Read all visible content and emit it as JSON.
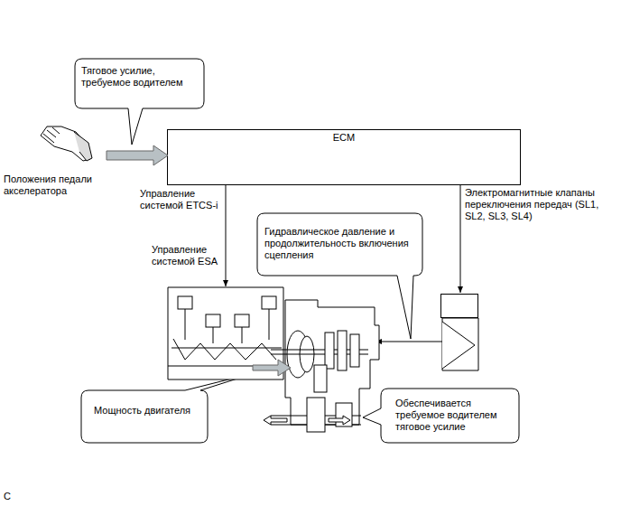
{
  "diagram": {
    "nodes": [
      {
        "text": [
          "Тяговое усилие, требуемое водителем"
        ]
      },
      {
        "text": [
          "ECM"
        ]
      },
      {
        "text": [
          "Гидравлическое давление и продолжительность включения сцепления"
        ]
      },
      {
        "text": [
          "Мощность двигателя"
        ]
      },
      {
        "text": [
          "Обеспечивается требуемое водителем тяговое усилие"
        ]
      }
    ],
    "labels": [
      "Положения педали акселератора",
      "Управление системой ETCS-i",
      "Управление системой ESA",
      "Электромагнитные клапаны переключения передач (SL1, SL2, SL3, SL4)",
      "C"
    ]
  }
}
